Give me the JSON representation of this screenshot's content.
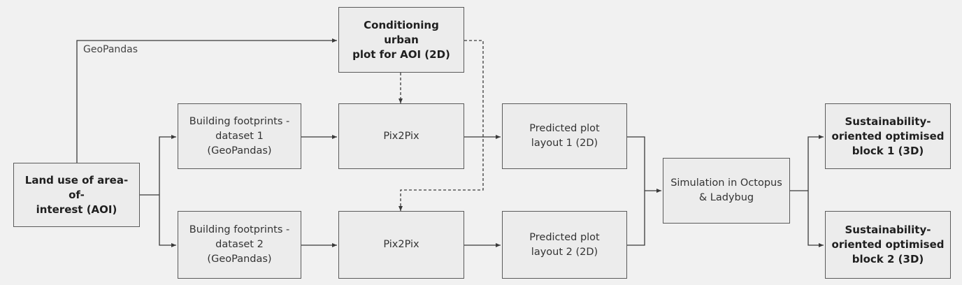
{
  "diagram": {
    "nodes": {
      "land_use": {
        "label": "Land use of area-of-\ninterest (AOI)",
        "bold": true
      },
      "conditioning": {
        "label": "Conditioning urban\nplot for AOI (2D)",
        "bold": true
      },
      "footprints1": {
        "label": "Building footprints -\ndataset 1\n(GeoPandas)",
        "bold": false
      },
      "footprints2": {
        "label": "Building footprints -\ndataset 2\n(GeoPandas)",
        "bold": false
      },
      "pix2pix1": {
        "label": "Pix2Pix",
        "bold": false
      },
      "pix2pix2": {
        "label": "Pix2Pix",
        "bold": false
      },
      "predicted1": {
        "label": "Predicted plot\nlayout 1 (2D)",
        "bold": false
      },
      "predicted2": {
        "label": "Predicted plot\nlayout 2 (2D)",
        "bold": false
      },
      "simulation": {
        "label": "Simulation in Octopus\n& Ladybug",
        "bold": false
      },
      "block1": {
        "label": "Sustainability-\noriented optimised\nblock 1 (3D)",
        "bold": true
      },
      "block2": {
        "label": "Sustainability-\noriented optimised\nblock 2 (3D)",
        "bold": true
      }
    },
    "edge_label_geopandas": "GeoPandas",
    "colors": {
      "line": "#3a3a3a",
      "box_border": "#5a5a5a",
      "box_fill": "#ececec",
      "background": "#f1f1f1"
    }
  }
}
